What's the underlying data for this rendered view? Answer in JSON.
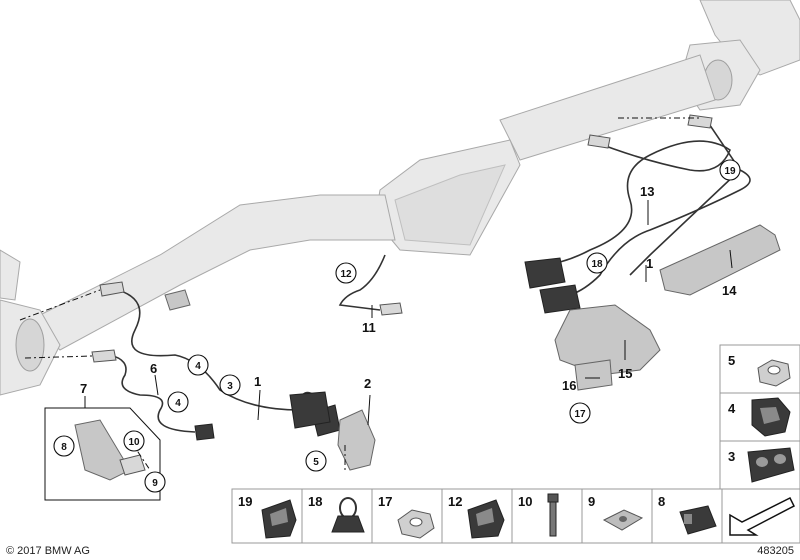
{
  "diagram": {
    "copyright": "© 2017 BMW AG",
    "image_number": "483205",
    "labels": [
      {
        "id": "l1a",
        "text": "1"
      },
      {
        "id": "l1b",
        "text": "1"
      },
      {
        "id": "l2",
        "text": "2"
      },
      {
        "id": "l6",
        "text": "6"
      },
      {
        "id": "l7",
        "text": "7"
      },
      {
        "id": "l11",
        "text": "11"
      },
      {
        "id": "l13",
        "text": "13"
      },
      {
        "id": "l14",
        "text": "14"
      },
      {
        "id": "l15",
        "text": "15"
      },
      {
        "id": "l16",
        "text": "16"
      }
    ],
    "callouts": [
      {
        "id": "c3",
        "text": "3"
      },
      {
        "id": "c4a",
        "text": "4"
      },
      {
        "id": "c4b",
        "text": "4"
      },
      {
        "id": "c5",
        "text": "5"
      },
      {
        "id": "c8",
        "text": "8"
      },
      {
        "id": "c9",
        "text": "9"
      },
      {
        "id": "c10",
        "text": "10"
      },
      {
        "id": "c12",
        "text": "12"
      },
      {
        "id": "c17",
        "text": "17"
      },
      {
        "id": "c18",
        "text": "18"
      },
      {
        "id": "c19",
        "text": "19"
      }
    ],
    "side_parts": [
      {
        "number": "5",
        "icon": "nut-icon"
      },
      {
        "number": "4",
        "icon": "cable-clip-icon"
      },
      {
        "number": "3",
        "icon": "double-clip-icon"
      }
    ],
    "bottom_parts": [
      {
        "number": "19",
        "icon": "cable-holder-icon"
      },
      {
        "number": "18",
        "icon": "clip-icon"
      },
      {
        "number": "17",
        "icon": "nut-icon"
      },
      {
        "number": "12",
        "icon": "cable-holder-icon"
      },
      {
        "number": "10",
        "icon": "bolt-icon"
      },
      {
        "number": "9",
        "icon": "spring-nut-icon"
      },
      {
        "number": "8",
        "icon": "connector-icon"
      },
      {
        "number": "",
        "icon": "arrow-icon"
      }
    ]
  }
}
